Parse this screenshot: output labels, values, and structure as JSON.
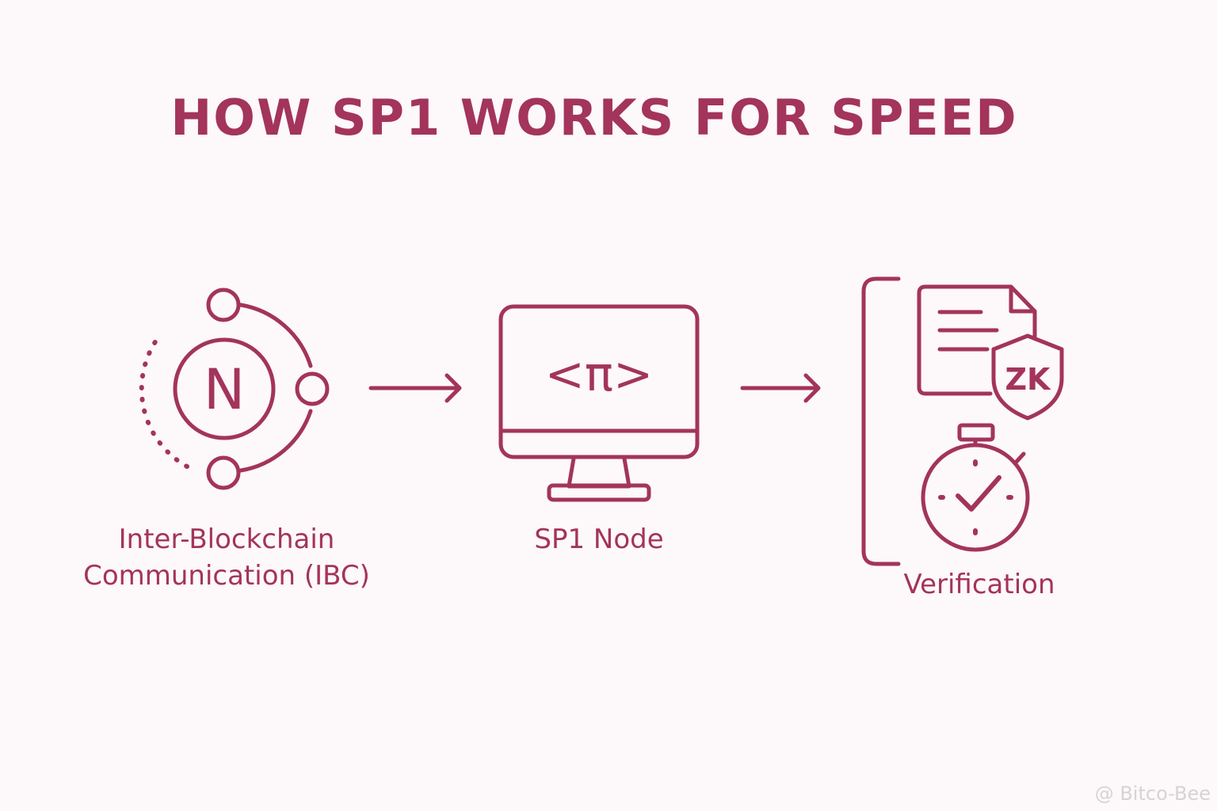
{
  "title": "HOW SP1 WORKS FOR SPEED",
  "colors": {
    "accent": "#a3345c",
    "background": "#fdf8f9"
  },
  "steps": [
    {
      "icon": "ibc-network-icon",
      "node_letter": "N",
      "label_line1": "Inter-Blockchain",
      "label_line2": "Communication (IBC)"
    },
    {
      "icon": "monitor-code-icon",
      "screen_code": "<π>",
      "label": "SP1 Node"
    },
    {
      "icons": [
        "zk-proof-document-icon",
        "stopwatch-check-icon"
      ],
      "shield_text": "ZK",
      "label": "Verification"
    }
  ],
  "watermark": "@ Bitco-Bee"
}
